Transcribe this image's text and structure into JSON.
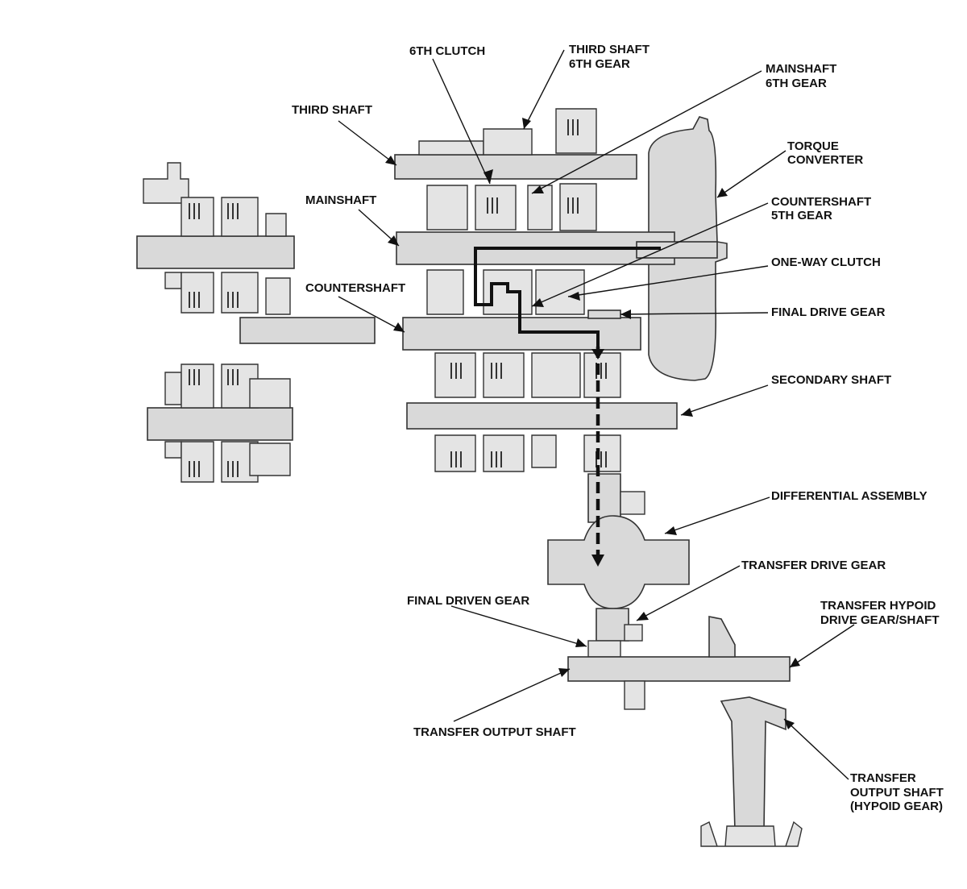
{
  "labels": {
    "sixth_clutch": "6TH CLUTCH",
    "third_shaft_6th_gear_l1": "THIRD SHAFT",
    "third_shaft_6th_gear_l2": "6TH GEAR",
    "mainshaft_6th_gear_l1": "MAINSHAFT",
    "mainshaft_6th_gear_l2": "6TH GEAR",
    "third_shaft": "THIRD SHAFT",
    "torque_converter_l1": "TORQUE",
    "torque_converter_l2": "CONVERTER",
    "mainshaft": "MAINSHAFT",
    "countershaft_5th_gear_l1": "COUNTERSHAFT",
    "countershaft_5th_gear_l2": "5TH GEAR",
    "one_way_clutch": "ONE-WAY CLUTCH",
    "countershaft": "COUNTERSHAFT",
    "final_drive_gear": "FINAL DRIVE GEAR",
    "secondary_shaft": "SECONDARY SHAFT",
    "differential_assembly": "DIFFERENTIAL ASSEMBLY",
    "transfer_drive_gear": "TRANSFER DRIVE GEAR",
    "final_driven_gear": "FINAL DRIVEN GEAR",
    "transfer_hypoid_l1": "TRANSFER HYPOID",
    "transfer_hypoid_l2": "DRIVE GEAR/SHAFT",
    "transfer_output_shaft": "TRANSFER OUTPUT SHAFT",
    "transfer_output_hypoid_l1": "TRANSFER",
    "transfer_output_hypoid_l2": "OUTPUT SHAFT",
    "transfer_output_hypoid_l3": "(HYPOID GEAR)"
  }
}
